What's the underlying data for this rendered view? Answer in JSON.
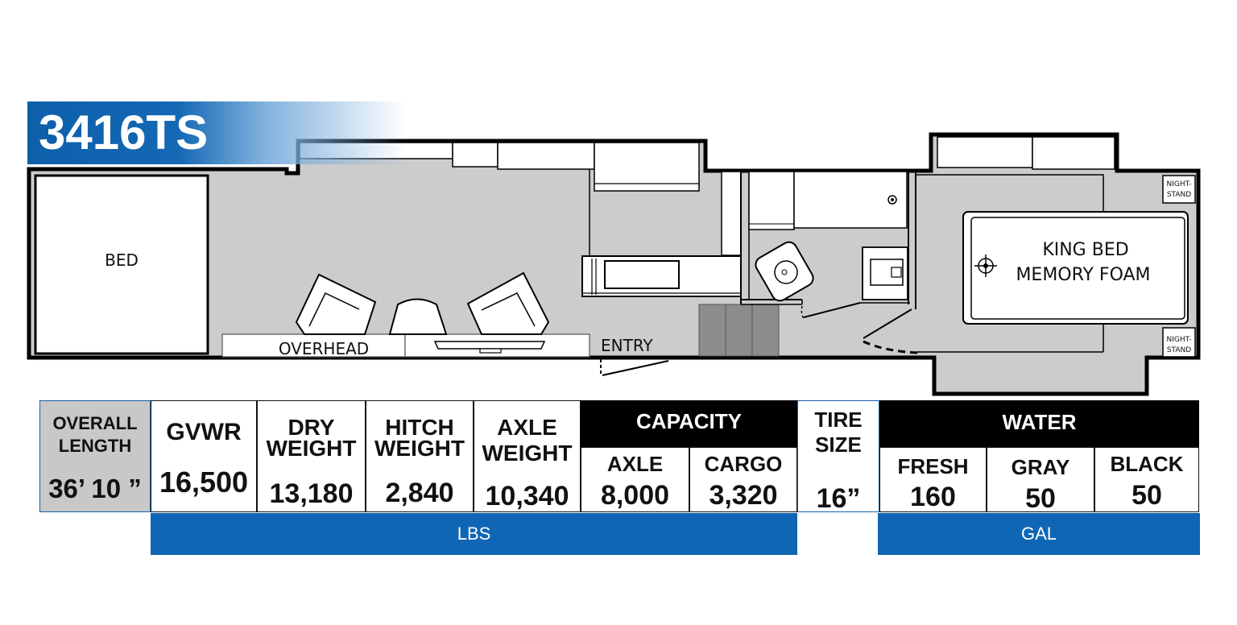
{
  "model": "3416TS",
  "floorplan": {
    "bed_label": "BED",
    "overhead_label": "OVERHEAD",
    "entry_label": "ENTRY",
    "king_bed_line1": "KING BED",
    "king_bed_line2": "MEMORY FOAM",
    "nightstand_line1": "NIGHT-",
    "nightstand_line2": "STAND"
  },
  "specs": {
    "overall_length": {
      "label1": "OVERALL",
      "label2": "LENGTH",
      "value": "36’ 10 ”"
    },
    "gvwr": {
      "label": "GVWR",
      "value": "16,500"
    },
    "dry_weight": {
      "label1": "DRY",
      "label2": "WEIGHT",
      "value": "13,180"
    },
    "hitch_weight": {
      "label1": "HITCH",
      "label2": "WEIGHT",
      "value": "2,840"
    },
    "axle_weight": {
      "label1": "AXLE",
      "label2": "WEIGHT",
      "value": "10,340"
    },
    "capacity": {
      "header": "CAPACITY",
      "axle_label": "AXLE",
      "axle_value": "8,000",
      "cargo_label": "CARGO",
      "cargo_value": "3,320"
    },
    "tire_size": {
      "label1": "TIRE",
      "label2": "SIZE",
      "value": "16”"
    },
    "water": {
      "header": "WATER",
      "fresh_label": "FRESH",
      "fresh_value": "160",
      "gray_label": "GRAY",
      "gray_value": "50",
      "black_label": "BLACK",
      "black_value": "50"
    },
    "weight_unit": "LBS",
    "water_unit": "GAL"
  },
  "colors": {
    "brand_blue": "#0f66b4",
    "floor_gray": "#cccccc",
    "step_gray": "#8c8c8c",
    "length_cell_gray": "#c8c8c8"
  }
}
